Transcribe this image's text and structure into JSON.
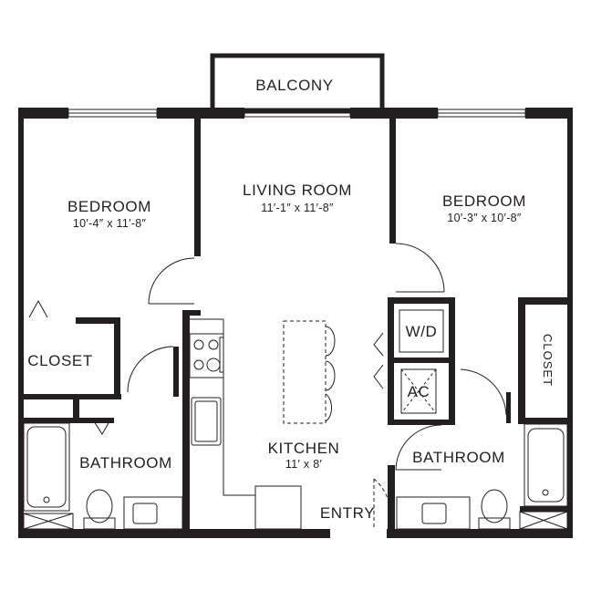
{
  "rooms": {
    "balcony": "BALCONY",
    "living_room": {
      "name": "LIVING ROOM",
      "dims": "11′-1″ x 11′-8″"
    },
    "bedroom_left": {
      "name": "BEDROOM",
      "dims": "10′-4″ x 11′-8″"
    },
    "bedroom_right": {
      "name": "BEDROOM",
      "dims": "10′-3″ x 10′-8″"
    },
    "closet_left": "CLOSET",
    "closet_right": "CLOSET",
    "bathroom_left": "BATHROOM",
    "bathroom_right": "BATHROOM",
    "kitchen": {
      "name": "KITCHEN",
      "dims": "11′ x 8′"
    },
    "washer_dryer": "W/D",
    "ac": "AC",
    "entry": "ENTRY"
  }
}
